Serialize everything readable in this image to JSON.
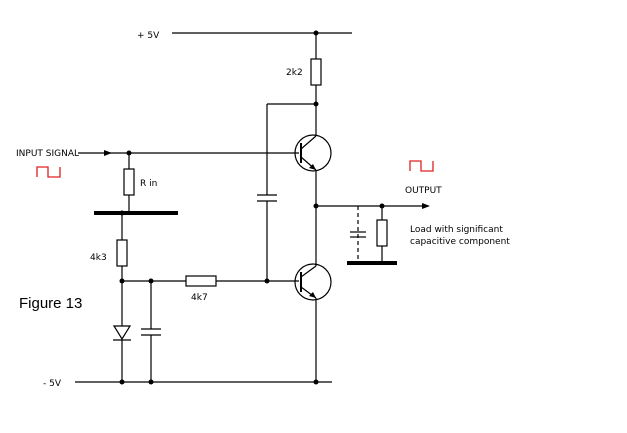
{
  "labels": {
    "vplus": "+ 5V",
    "vminus": "- 5V",
    "input_signal": "INPUT SIGNAL",
    "output": "OUTPUT",
    "r_top": "2k2",
    "r_in": "R in",
    "r_bias": "4k3",
    "r_base": "4k7",
    "load_line1": "Load  with significant",
    "load_line2": "capacitive  component",
    "figure": "Figure 13"
  },
  "colors": {
    "wire": "#000000",
    "waveform": "#e02020",
    "background": "#ffffff"
  }
}
